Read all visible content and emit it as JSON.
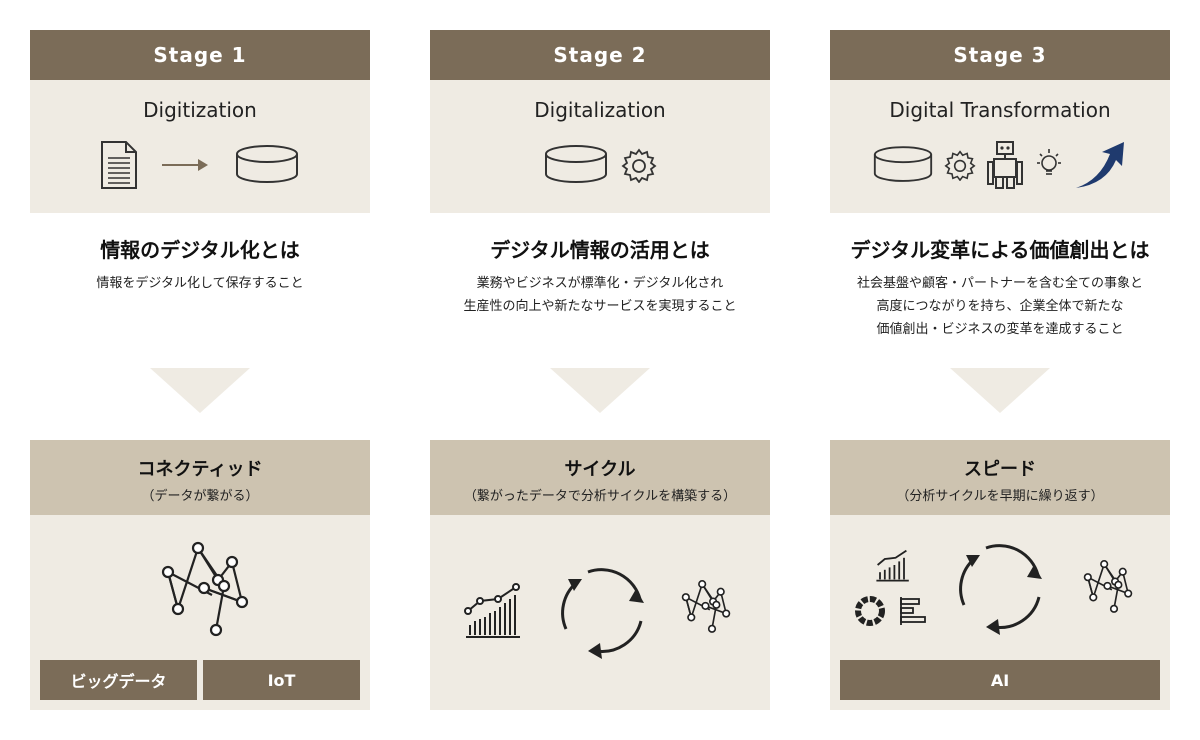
{
  "stages": [
    {
      "label": "Stage 1",
      "name": "Digitization",
      "def_title": "情報のデジタル化とは",
      "def_lines": [
        "情報をデジタル化して保存すること"
      ],
      "cap_title": "コネクティッド",
      "cap_sub": "（データが繋がる）",
      "tags": [
        "ビッグデータ",
        "IoT"
      ]
    },
    {
      "label": "Stage 2",
      "name": "Digitalization",
      "def_title": "デジタル情報の活用とは",
      "def_lines": [
        "業務やビジネスが標準化・デジタル化され",
        "生産性の向上や新たなサービスを実現すること"
      ],
      "cap_title": "サイクル",
      "cap_sub": "（繋がったデータで分析サイクルを構築する）",
      "tags": []
    },
    {
      "label": "Stage 3",
      "name": "Digital Transformation",
      "def_title": "デジタル変革による価値創出とは",
      "def_lines": [
        "社会基盤や顧客・パートナーを含む全ての事象と",
        "高度につながりを持ち、企業全体で新たな",
        "価値創出・ビジネスの変革を達成すること"
      ],
      "cap_title": "スピード",
      "cap_sub": "（分析サイクルを早期に繰り返す）",
      "tags": [
        "AI"
      ]
    }
  ],
  "colors": {
    "header": "#7b6c58",
    "panel": "#efebe3",
    "cap_header": "#cdc3b0",
    "accent_arrow": "#1f3a6e"
  }
}
